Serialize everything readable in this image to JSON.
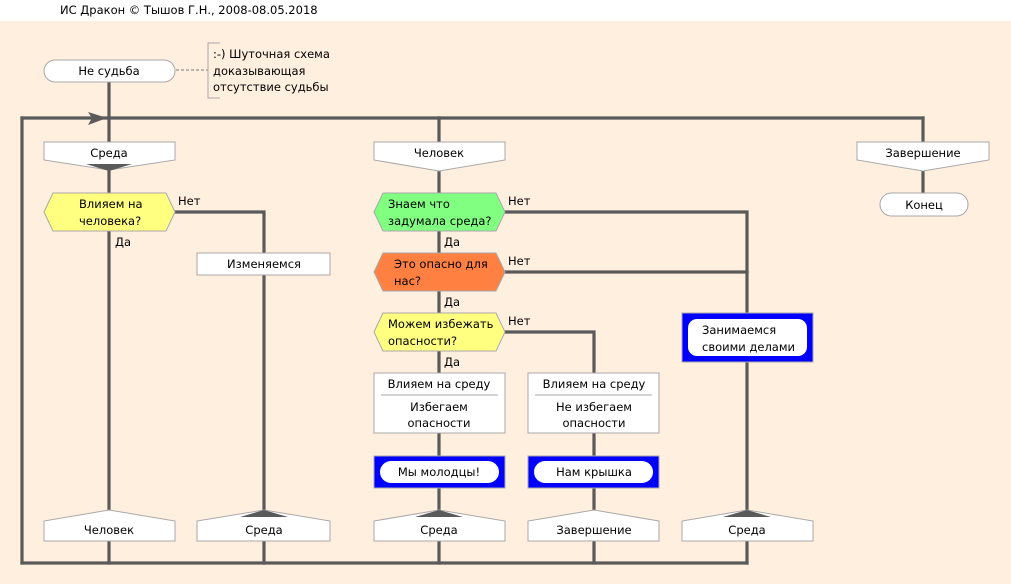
{
  "title": "ИС Дракон © Тышов Г.Н., 2008-08.05.2018",
  "colors": {
    "canvas": "#FFEFDF",
    "line": "#5A5A5A",
    "question_yellow": "#FFFF80",
    "question_green": "#80FF80",
    "question_orange": "#FF8040",
    "frame_blue": "#0000FF"
  },
  "diagram": {
    "start": {
      "label": "Не судьба"
    },
    "comment": {
      "lines": [
        ":-) Шуточная схема",
        "доказывающая",
        "отсутствие судьбы"
      ]
    },
    "branches": [
      {
        "header": "Среда"
      },
      {
        "header": "Человек"
      },
      {
        "header": "Завершение"
      }
    ],
    "end": {
      "label": "Конец"
    },
    "questions": [
      {
        "lines": [
          "Влияем на",
          "человека?"
        ],
        "yes": "Да",
        "no": "Нет"
      },
      {
        "lines": [
          "Знаем что",
          "задумала среда?"
        ],
        "yes": "Да",
        "no": "Нет"
      },
      {
        "lines": [
          "Это опасно для",
          "нас?"
        ],
        "yes": "Да",
        "no": "Нет"
      },
      {
        "lines": [
          "Можем избежать",
          "опасности?"
        ],
        "yes": "Да",
        "no": "Нет"
      }
    ],
    "actions": {
      "change": "Изменяемся",
      "avoid": {
        "header": "Влияем на среду",
        "lines": [
          "Избегаем",
          "опасности"
        ]
      },
      "not_avoid": {
        "header": "Влияем на среду",
        "lines": [
          "Не избегаем",
          "опасности"
        ]
      },
      "well_done": "Мы молодцы!",
      "doomed": "Нам крышка",
      "own_business": [
        "Занимаемся",
        "своими делами"
      ]
    },
    "addresses": [
      {
        "label": "Человек"
      },
      {
        "label": "Среда"
      },
      {
        "label": "Среда"
      },
      {
        "label": "Завершение"
      },
      {
        "label": "Среда"
      }
    ]
  }
}
